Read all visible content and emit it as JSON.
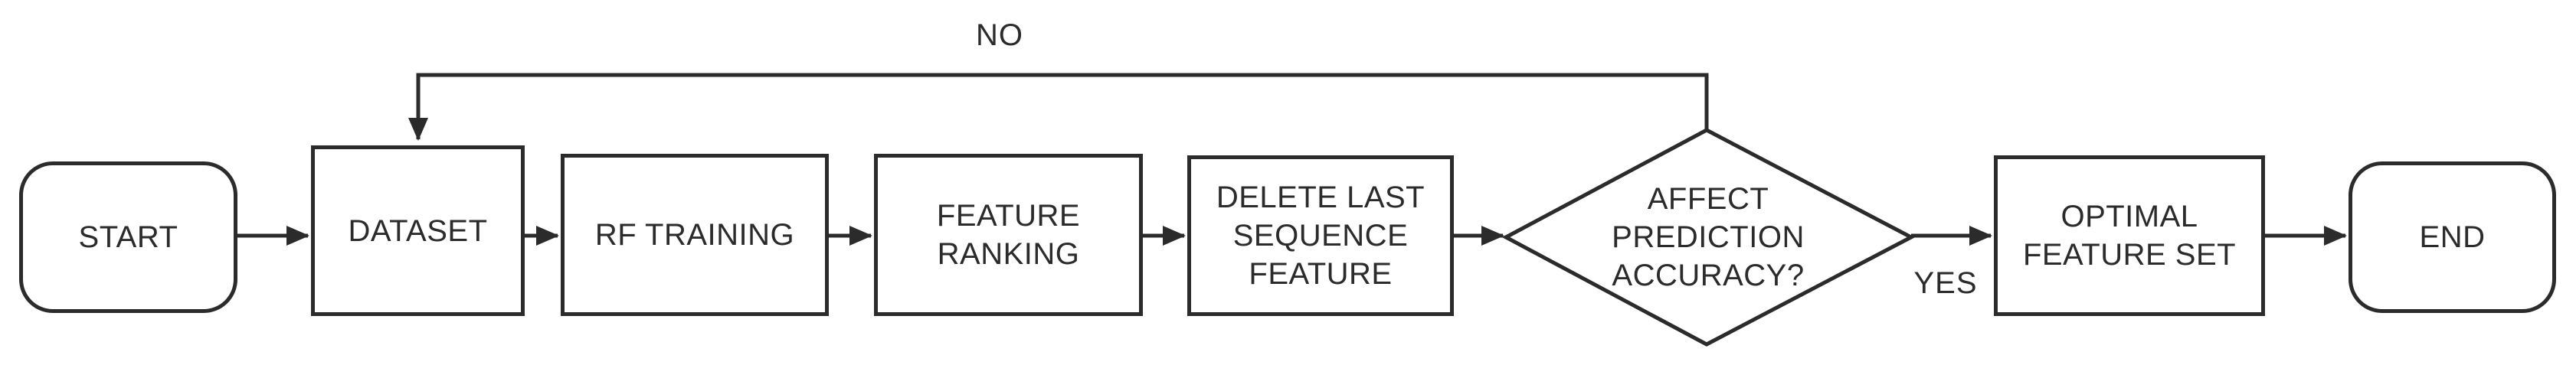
{
  "canvas": {
    "background": "#ffffff",
    "stroke_color": "#2b2b2b",
    "text_color": "#2b2b2b",
    "shape_fill": "#ffffff"
  },
  "nodes": {
    "start": {
      "type": "terminator",
      "label": "START"
    },
    "dataset": {
      "type": "process",
      "label": "DATASET"
    },
    "rf_training": {
      "type": "process",
      "label": "RF TRAINING"
    },
    "feature_ranking": {
      "type": "process",
      "lines": [
        "FEATURE",
        "RANKING"
      ]
    },
    "delete_last": {
      "type": "process",
      "lines": [
        "DELETE LAST",
        "SEQUENCE",
        "FEATURE"
      ]
    },
    "decision": {
      "type": "decision",
      "lines": [
        "AFFECT",
        "PREDICTION",
        "ACCURACY?"
      ]
    },
    "optimal": {
      "type": "process",
      "lines": [
        "OPTIMAL",
        "FEATURE SET"
      ]
    },
    "end": {
      "type": "terminator",
      "label": "END"
    }
  },
  "edge_labels": {
    "no": "NO",
    "yes": "YES"
  },
  "edges": [
    {
      "from": "START",
      "to": "DATASET"
    },
    {
      "from": "DATASET",
      "to": "RF TRAINING"
    },
    {
      "from": "RF TRAINING",
      "to": "FEATURE RANKING"
    },
    {
      "from": "FEATURE RANKING",
      "to": "DELETE LAST SEQUENCE FEATURE"
    },
    {
      "from": "DELETE LAST SEQUENCE FEATURE",
      "to": "AFFECT PREDICTION ACCURACY?"
    },
    {
      "from": "AFFECT PREDICTION ACCURACY?",
      "to": "OPTIMAL FEATURE SET",
      "label": "YES"
    },
    {
      "from": "AFFECT PREDICTION ACCURACY?",
      "to": "DATASET",
      "label": "NO"
    },
    {
      "from": "OPTIMAL FEATURE SET",
      "to": "END"
    }
  ]
}
